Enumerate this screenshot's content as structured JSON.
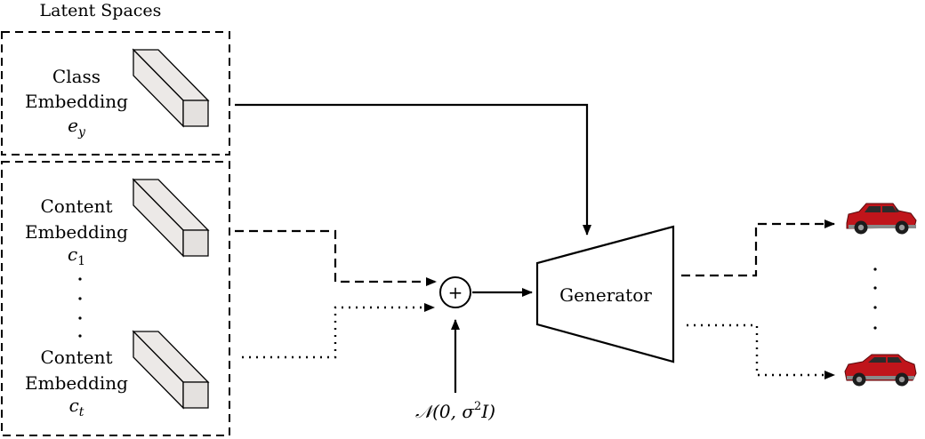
{
  "title": "Latent Spaces",
  "class_block": {
    "line1": "Class",
    "line2": "Embedding",
    "var": "e",
    "sub": "y"
  },
  "content_block_1": {
    "line1": "Content",
    "line2": "Embedding",
    "var": "c",
    "sub": "1"
  },
  "content_block_t": {
    "line1": "Content",
    "line2": "Embedding",
    "var": "c",
    "sub": "t"
  },
  "sum_symbol": "+",
  "noise": {
    "prefix": "𝒩(0, σ",
    "sup": "2",
    "suffix": "I)"
  },
  "generator_label": "Generator",
  "outputs": [
    {
      "name": "car-output-top",
      "body_color": "#c0151b"
    },
    {
      "name": "car-output-bottom",
      "body_color": "#c0151b"
    }
  ]
}
